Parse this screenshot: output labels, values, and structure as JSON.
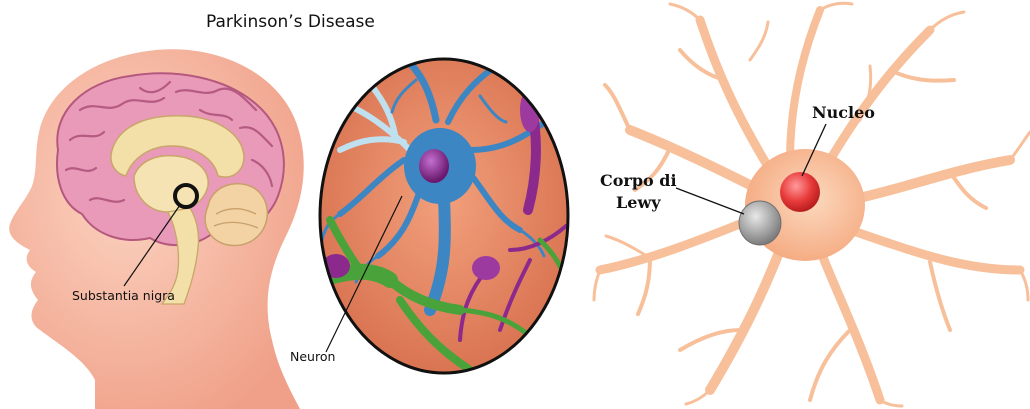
{
  "title": "Parkinson’s Disease",
  "labels": {
    "substantia_nigra": "Substantia nigra",
    "neuron": "Neuron",
    "nucleo": "Nucleo",
    "corpo_di_lewy_line1": "Corpo di",
    "corpo_di_lewy_line2": "Lewy"
  },
  "colors": {
    "head_skin": "#f6b8a0",
    "brain_pink": "#e99ab8",
    "thalamus_cream": "#f3dfa8",
    "neuron_blue": "#3c86c4",
    "nucleus_purple": "#8b2a8c",
    "green_neuron": "#4aa33a",
    "cell_orange": "#f7c09a",
    "lewy_gray": "#9a9a9a",
    "nucleus_red": "#e83a3a"
  }
}
